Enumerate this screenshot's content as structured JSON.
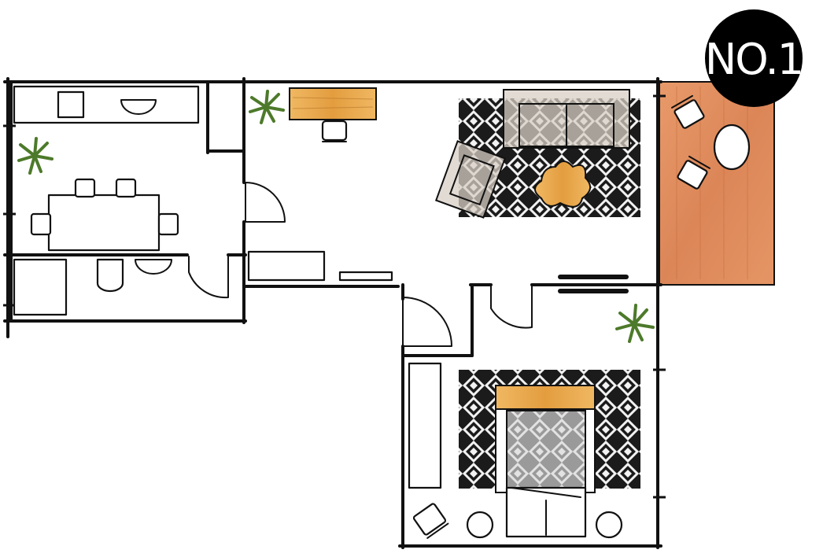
{
  "badge": {
    "label": "NO.1"
  },
  "rooms": [
    {
      "id": "dining-kitchen"
    },
    {
      "id": "bathroom"
    },
    {
      "id": "hallway"
    },
    {
      "id": "living-room"
    },
    {
      "id": "balcony"
    },
    {
      "id": "bedroom"
    }
  ],
  "colors": {
    "wall": "#111111",
    "wood_floor": "#e08a5a",
    "wood_furniture": "#e7a54a",
    "rug_dark": "#1b1b1b",
    "rug_light": "#f2f2f2",
    "plant": "#4d7a2a",
    "badge": "#000000"
  },
  "icons": [
    "plant-icon",
    "chair-icon",
    "door-swing-icon",
    "toilet-icon",
    "sink-icon",
    "sheepskin-rug-icon"
  ]
}
